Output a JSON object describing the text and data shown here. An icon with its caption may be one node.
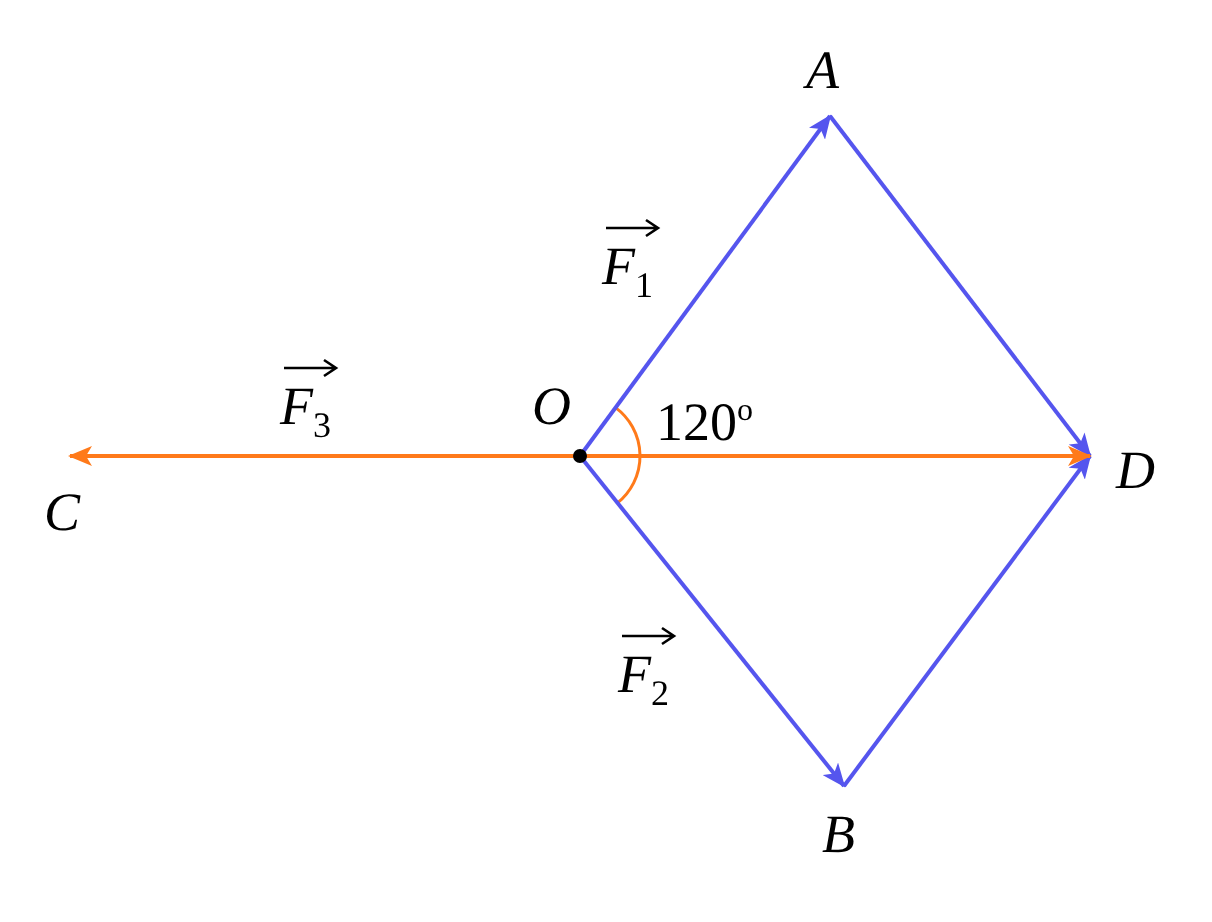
{
  "diagram": {
    "nodes": [
      {
        "text": [
          "O"
        ]
      },
      {
        "text": [
          "A"
        ]
      },
      {
        "text": [
          "B"
        ]
      },
      {
        "text": [
          "C"
        ]
      },
      {
        "text": [
          "D"
        ]
      }
    ],
    "edges": [
      {
        "from": 0,
        "to": 1,
        "arrow": "to",
        "label": "F$_{1}$"
      },
      {
        "from": 1,
        "to": 4,
        "arrow": "to"
      },
      {
        "from": 0,
        "to": 2,
        "arrow": "to",
        "label": "F$_{2}$"
      },
      {
        "from": 2,
        "to": 4,
        "arrow": "to"
      },
      {
        "from": 0,
        "to": 4,
        "arrow": "to",
        "color": "#ff7a1a"
      },
      {
        "from": 0,
        "to": 3,
        "arrow": "to",
        "color": "#ff7a1a",
        "label": "F$_{3}$"
      }
    ],
    "labels": [
      "120$^{o}$"
    ]
  }
}
